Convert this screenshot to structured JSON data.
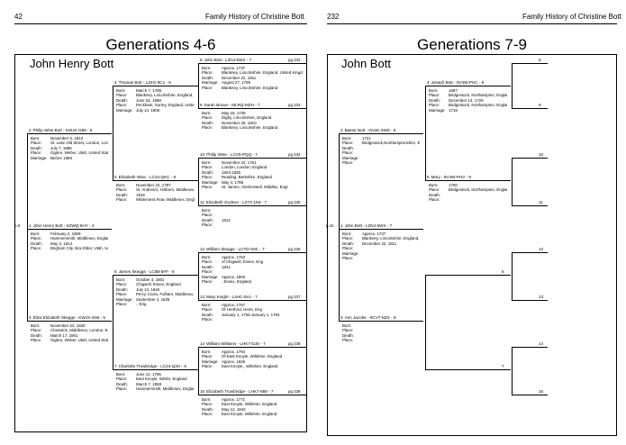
{
  "left_page": {
    "page_number": "42",
    "running_title": "Family History of Christine Bott",
    "title": "Generations 4-6",
    "root_name": "John Henry Bott",
    "persons": [
      {
        "num": "1",
        "name": "John Henry Bott - KZWQ-8HY - 4",
        "ref": "p.9",
        "facts": [
          [
            "Born:",
            "February 2, 1859"
          ],
          [
            "Place:",
            "Hammersmith, Middlesex, England"
          ],
          [
            "Death:",
            "May 3, 1914"
          ],
          [
            "Place:",
            "Brigham City, Box Elder, Utah, United States"
          ]
        ]
      },
      {
        "num": "2",
        "name": "Philip Wise Bott - KWJX-G89 - 5",
        "facts": [
          [
            "Born:",
            "November 6, 1813"
          ],
          [
            "Place:",
            "St. Luke Old Street, London, London, England"
          ],
          [
            "Death:",
            "July 7, 1886"
          ],
          [
            "Place:",
            "Ogden, Weber, Utah, United States"
          ],
          [
            "Marriage:",
            "Before 1859"
          ]
        ]
      },
      {
        "num": "3",
        "name": "Eliza Elizabeth Skeggs - KWJX-G66 - 5",
        "facts": [
          [
            "Born:",
            "November 23, 1826"
          ],
          [
            "Place:",
            "Cheswick, Middlesex, London, England"
          ],
          [
            "Death:",
            "March 17, 1901"
          ],
          [
            "Place:",
            "Ogden, Weber, Utah, United States"
          ]
        ]
      },
      {
        "num": "4",
        "name": "Thomas Bott - LZ4G-9C1 - 6",
        "facts": [
          [
            "Born:",
            "March 7, 1785"
          ],
          [
            "Place:",
            "Blankney, Lincolnshire, England, United Kingdom"
          ],
          [
            "Death:",
            "June 24, 1869"
          ],
          [
            "Place:",
            "Peckham, Surrey, England, United Kingdom"
          ],
          [
            "Marriage:",
            "July 14, 1808"
          ]
        ]
      },
      {
        "num": "5",
        "name": "Elizabeth Wise - LC24-QKC - 6",
        "facts": [
          [
            "Born:",
            "November 22, 1787"
          ],
          [
            "Place:",
            "St. Andrew's, Holborn, Middlesex, England"
          ],
          [
            "Death:",
            "1816"
          ],
          [
            "Place:",
            "Wilderness Row, Middlesex, England"
          ]
        ]
      },
      {
        "num": "6",
        "name": "James Skeggs - LC5B-5FF - 6",
        "facts": [
          [
            "Born:",
            "October 4, 1801"
          ],
          [
            "Place:",
            "Chigwell, Essex, England"
          ],
          [
            "Death:",
            "July 13, 1846"
          ],
          [
            "Place:",
            "Percy Cross, Fulham, Middlesex, England"
          ],
          [
            "Marriage:",
            "September 4, 1825"
          ],
          [
            "Place:",
            "., Eng"
          ]
        ]
      },
      {
        "num": "7",
        "name": "Charlotte Trowbridge - LC24-Q2H - 6",
        "facts": [
          [
            "Born:",
            "June 12, 1795"
          ],
          [
            "Place:",
            "East Knoyle, Witshr, England"
          ],
          [
            "Death:",
            "March 7, 1858"
          ],
          [
            "Place:",
            "Hammersmith, Middlesex, England, United Kingdom"
          ]
        ]
      },
      {
        "num": "8",
        "name": "John Bott - LZNJ-5WX - 7",
        "ref": "pg 232",
        "facts": [
          [
            "Born:",
            "Approx. 1737"
          ],
          [
            "Place:",
            "Blankney, Lincolnshire, England, United Kingdom"
          ],
          [
            "Death:",
            "December 22, 1811"
          ],
          [
            "Marriage:",
            "August 27, 1769"
          ],
          [
            "Place:",
            "Blankney, Lincolnshire, England"
          ]
        ]
      },
      {
        "num": "9",
        "name": "Sarah Brown - MLRQ-MZH - 7",
        "ref": "pg 233",
        "facts": [
          [
            "Born:",
            "May 18, 1739"
          ],
          [
            "Place:",
            "Digby, Lincolnshire, England"
          ],
          [
            "Death:",
            "November 26, 1810"
          ],
          [
            "Place:",
            "Blankney, Lincolnshire, England"
          ]
        ]
      },
      {
        "num": "10",
        "name": "Philip Wise - LCV5-PQQ - 7",
        "ref": "pg 234",
        "facts": [
          [
            "Born:",
            "November 23, 1761"
          ],
          [
            "Place:",
            "London, London, England"
          ],
          [
            "Death:",
            "1823-1825"
          ],
          [
            "Place:",
            "Reading, Berkshire, England"
          ],
          [
            "Marriage:",
            "May 4, 1785"
          ],
          [
            "Place:",
            "St. James, Clerkenwell, Middlex, Engl"
          ]
        ]
      },
      {
        "num": "11",
        "name": "Elizabeth Godson - L47X-1K8 - 7",
        "ref": "pg 235",
        "facts": [
          [
            "Born:",
            ""
          ],
          [
            "Place:",
            ""
          ],
          [
            "Death:",
            "1812"
          ],
          [
            "Place:",
            ""
          ]
        ]
      },
      {
        "num": "12",
        "name": "William Skeggs - LCTD-S5C - 7",
        "ref": "pg 236",
        "facts": [
          [
            "Born:",
            "Approx. 1763"
          ],
          [
            "Place:",
            "of Chigwell, Essex, Eng"
          ],
          [
            "Death:",
            "1842"
          ],
          [
            "Place:",
            ""
          ],
          [
            "Marriage:",
            "Approx. 1800"
          ],
          [
            "Place:",
            ", Essex, England"
          ]
        ]
      },
      {
        "num": "13",
        "name": "Mary Knight - L4HC-6VL - 7",
        "ref": "pg 237",
        "facts": [
          [
            "Born:",
            "Approx. 1767"
          ],
          [
            "Place:",
            "Of Hertford, Herts, Eng"
          ],
          [
            "Death:",
            "January 1, 1793-January 1, 1794"
          ],
          [
            "Place:",
            ""
          ]
        ]
      },
      {
        "num": "14",
        "name": "William Williams - LHK7-DJS - 7",
        "ref": "pg 238",
        "facts": [
          [
            "Born:",
            "Approx. 1794"
          ],
          [
            "Place:",
            "Of East Knoyle, Wiltshire, England"
          ],
          [
            "Marriage:",
            "Approx. 1826"
          ],
          [
            "Place:",
            "East Knoyle,, Wiltshire, England"
          ]
        ]
      },
      {
        "num": "15",
        "name": "Elizabeth Trowbridge - LHK7-689 - 7",
        "ref": "pg 239",
        "facts": [
          [
            "Born:",
            "Approx. 1771"
          ],
          [
            "Place:",
            "East Knoyle, Wiltshire, England"
          ],
          [
            "Death:",
            "May 12, 1843"
          ],
          [
            "Place:",
            "East Knoyle, Wiltshire, England"
          ]
        ]
      }
    ]
  },
  "right_page": {
    "page_number": "232",
    "running_title": "Family History of Christine Bott",
    "title": "Generations 7-9",
    "root_name": "John Bott",
    "persons": [
      {
        "num": "1",
        "name": "John Bott - LZNJ-5WX - 7",
        "ref": "p.42",
        "facts": [
          [
            "Born:",
            "Approx. 1737"
          ],
          [
            "Place:",
            "Blankney, Lincolnshire, England, United Kingdom"
          ],
          [
            "Death:",
            "December 22, 1811"
          ],
          [
            "Place:",
            ""
          ],
          [
            "Marriage:",
            ""
          ],
          [
            "Place:",
            ""
          ]
        ]
      },
      {
        "num": "2",
        "name": "Bastor Bott - KN1K-3WS - 8",
        "facts": [
          [
            "Born:",
            "1721"
          ],
          [
            "Place:",
            "Bridgestock,Northamptonshire, England"
          ],
          [
            "Death:",
            ""
          ],
          [
            "Place:",
            ""
          ],
          [
            "Marriage:",
            ""
          ],
          [
            "Place:",
            ""
          ]
        ]
      },
      {
        "num": "3",
        "name": "Ann Jacobs - 9CVT-NZX - 8",
        "facts": [
          [
            "Born:",
            ""
          ],
          [
            "Place:",
            ""
          ],
          [
            "Death:",
            ""
          ],
          [
            "Place:",
            ""
          ]
        ]
      },
      {
        "num": "4",
        "name": "Joseph Bott - 9V4W-PHC - 9",
        "facts": [
          [
            "Born:",
            "1697"
          ],
          [
            "Place:",
            "Bridgestock, Northampton, England"
          ],
          [
            "Death:",
            "December 13, 1729"
          ],
          [
            "Place:",
            "Bridgestock, Northampton, England"
          ],
          [
            "Marriage:",
            "1719"
          ]
        ]
      },
      {
        "num": "5",
        "name": "Mary - 9V4W-PHV - 9",
        "facts": [
          [
            "Born:",
            "1700"
          ],
          [
            "Place:",
            "Bridgestock, Northampton, England"
          ],
          [
            "Death:",
            ""
          ],
          [
            "Place:",
            ""
          ]
        ]
      },
      {
        "num": "6",
        "name": "",
        "facts": []
      },
      {
        "num": "7",
        "name": "",
        "facts": []
      },
      {
        "num": "8",
        "name": "",
        "facts": []
      },
      {
        "num": "9",
        "name": "",
        "facts": []
      },
      {
        "num": "10",
        "name": "",
        "facts": []
      },
      {
        "num": "11",
        "name": "",
        "facts": []
      },
      {
        "num": "12",
        "name": "",
        "facts": []
      },
      {
        "num": "13",
        "name": "",
        "facts": []
      },
      {
        "num": "14",
        "name": "",
        "facts": []
      },
      {
        "num": "15",
        "name": "",
        "facts": []
      }
    ]
  }
}
